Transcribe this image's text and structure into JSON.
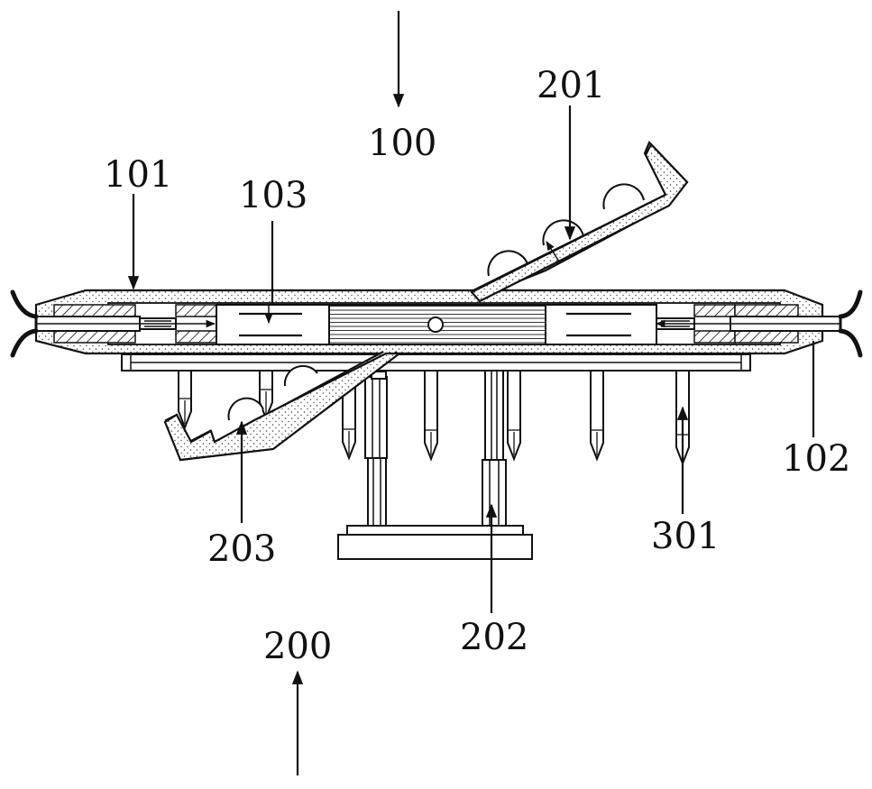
{
  "labels": {
    "l100": "100",
    "l101": "101",
    "l102": "102",
    "l103": "103",
    "l200": "200",
    "l201": "201",
    "l202": "202",
    "l203": "203",
    "l301": "301"
  },
  "colors": {
    "line": "#111111",
    "background": "#ffffff"
  }
}
